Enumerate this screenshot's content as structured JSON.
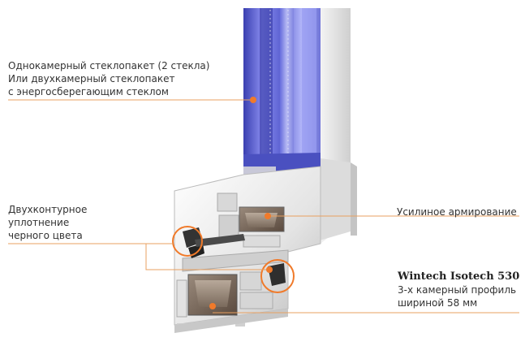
{
  "labels": {
    "glass": {
      "line1": "Однокамерный стеклопакет (2 стекла)",
      "line2": "Или двухкамерный стеклопакет",
      "line3": "с энергосберегающим стеклом"
    },
    "seal": {
      "line1": "Двухконтурное",
      "line2": "уплотнение",
      "line3": "черного цвета"
    },
    "reinforcement": {
      "line1": "Усилиное армирование"
    },
    "profile": {
      "title": "Wintech Isotech 530",
      "line1": "3-х камерный профиль",
      "line2": "шириной 58 мм"
    }
  },
  "colors": {
    "callout_line": "#e8a060",
    "marker": "#f07a2a",
    "glass": "#5a5fd0",
    "profile": "#e8e8e8",
    "seal": "#3a3a3a"
  }
}
